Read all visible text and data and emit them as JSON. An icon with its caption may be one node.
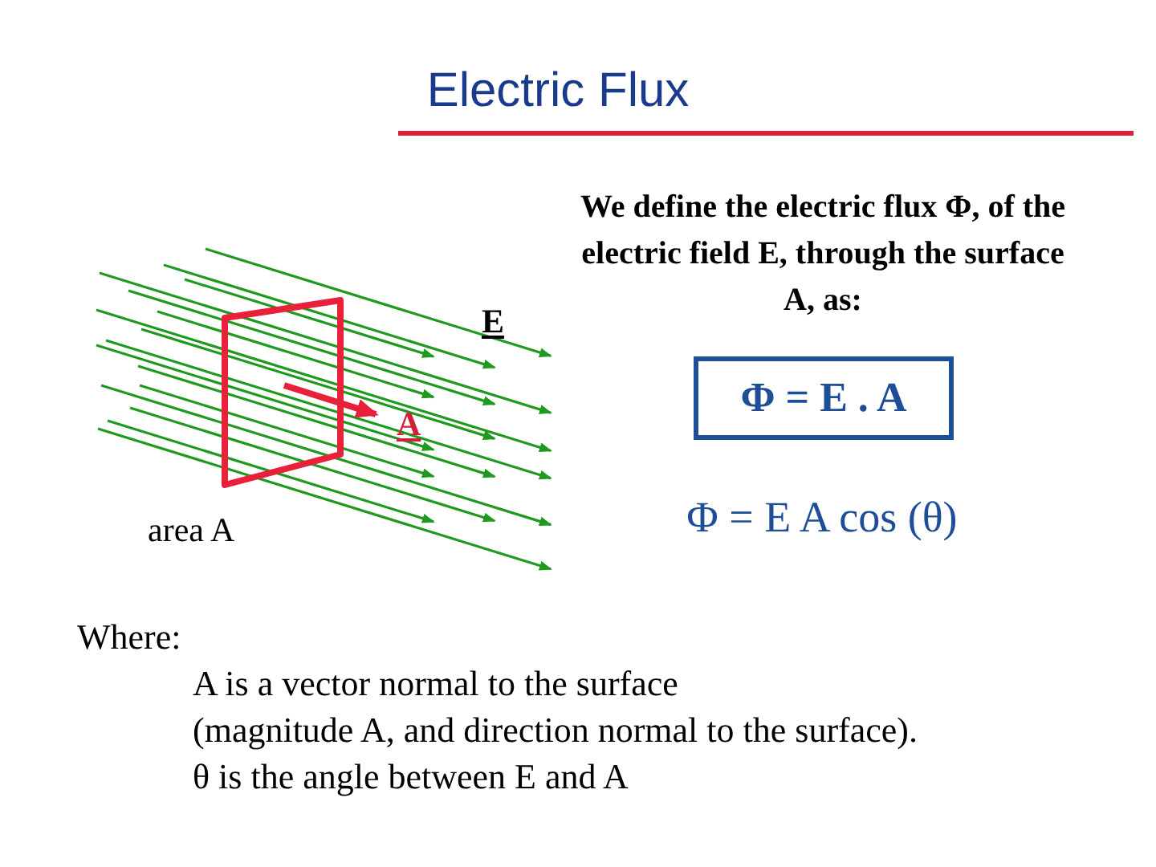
{
  "diagram": {
    "title": "Electric Flux",
    "nodes": [
      {
        "text": [
          "Φ = E . A"
        ]
      }
    ],
    "edges": [],
    "labels": [
      "E",
      "A",
      "area A",
      "We define the electric flux Φ, of the electric field E, through the surface A, as:",
      "Φ = E A cos (θ)",
      "Where:",
      "A is a vector normal to the surface",
      "(magnitude A, and direction normal to the surface).",
      "θ is the angle between E and A"
    ]
  }
}
